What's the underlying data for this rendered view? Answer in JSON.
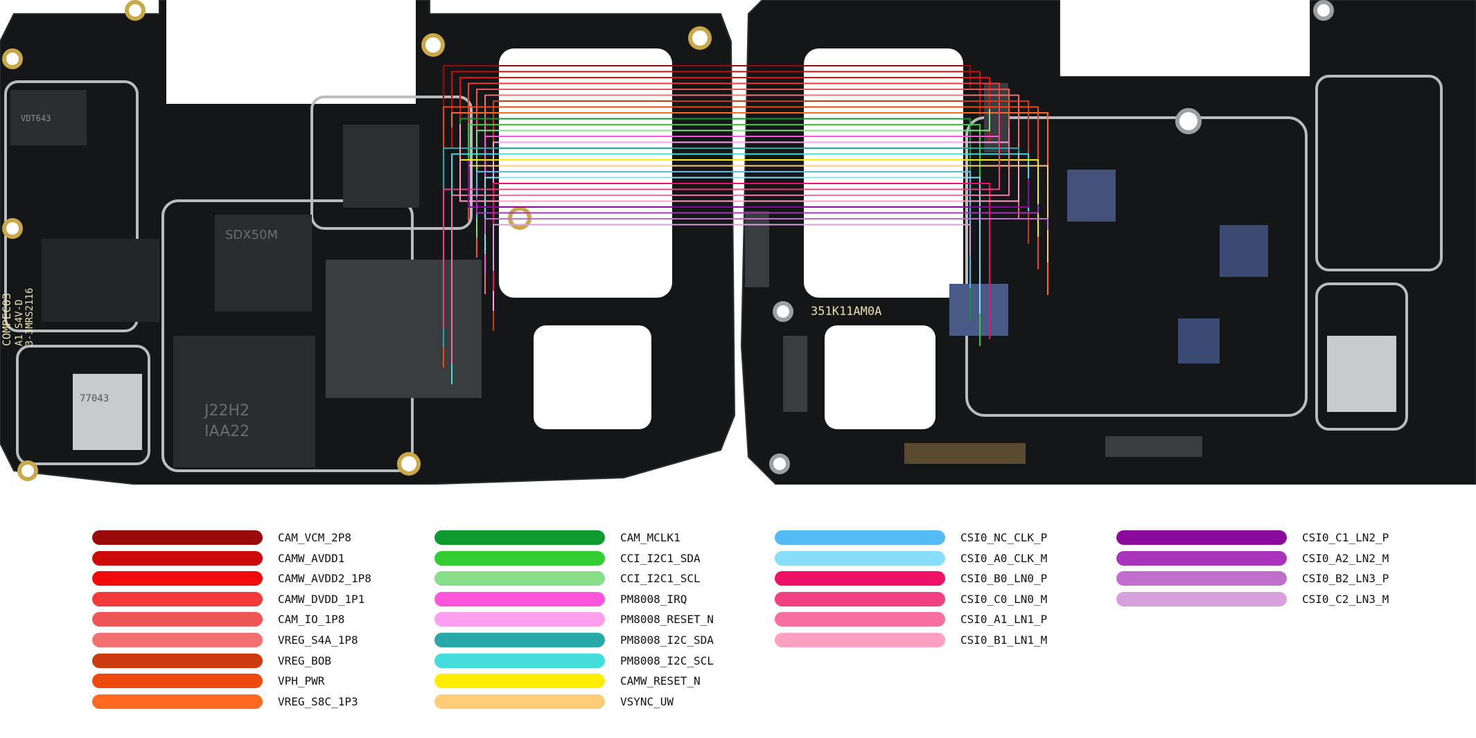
{
  "board": {
    "left_silkscreen": [
      "COMPEC03",
      "A1 S4V-D",
      "3-3MRS2116"
    ],
    "marking_right": "351K11AM0A",
    "chip_left_top": "VDT643",
    "chip_sdx": "SDX50M",
    "chip_j": "J22H2",
    "chip_iaa": "IAA22",
    "chip_77043": "77043"
  },
  "legend": [
    {
      "label": "CAM_VCM_2P8",
      "color": "#9a0a0a"
    },
    {
      "label": "CAMW_AVDD1",
      "color": "#cc0a0a"
    },
    {
      "label": "CAMW_AVDD2_1P8",
      "color": "#f00a0a"
    },
    {
      "label": "CAMW_DVDD_1P1",
      "color": "#f23a3a"
    },
    {
      "label": "CAM_IO_1P8",
      "color": "#ee5555"
    },
    {
      "label": "VREG_S4A_1P8",
      "color": "#f47070"
    },
    {
      "label": "VREG_BOB",
      "color": "#cc3a10"
    },
    {
      "label": "VPH_PWR",
      "color": "#ee4a10"
    },
    {
      "label": "VREG_S8C_1P3",
      "color": "#ff6a20"
    },
    {
      "label": "CAM_MCLK1",
      "color": "#0f9a30"
    },
    {
      "label": "CCI_I2C1_SDA",
      "color": "#33cc33"
    },
    {
      "label": "CCI_I2C1_SCL",
      "color": "#88dd88"
    },
    {
      "label": "PM8008_IRQ",
      "color": "#ff55dd"
    },
    {
      "label": "PM8008_RESET_N",
      "color": "#ffa0ee"
    },
    {
      "label": "PM8008_I2C_SDA",
      "color": "#28a8a8"
    },
    {
      "label": "PM8008_I2C_SCL",
      "color": "#44dddd"
    },
    {
      "label": "CAMW_RESET_N",
      "color": "#ffee00"
    },
    {
      "label": "VSYNC_UW",
      "color": "#ffcc77"
    },
    {
      "label": "CSI0_NC_CLK_P",
      "color": "#55bbf5"
    },
    {
      "label": "CSI0_A0_CLK_M",
      "color": "#88ddf8"
    },
    {
      "label": "CSI0_B0_LN0_P",
      "color": "#ee1166"
    },
    {
      "label": "CSI0_C0_LN0_M",
      "color": "#f04080"
    },
    {
      "label": "CSI0_A1_LN1_P",
      "color": "#f870a0"
    },
    {
      "label": "CSI0_B1_LN1_M",
      "color": "#ffa0c0"
    },
    {
      "label": "CSI0_C1_LN2_P",
      "color": "#8a0a99"
    },
    {
      "label": "CSI0_A2_LN2_M",
      "color": "#aa33bb"
    },
    {
      "label": "CSI0_B2_LN3_P",
      "color": "#c070cc"
    },
    {
      "label": "CSI0_C2_LN3_M",
      "color": "#d8a0dd"
    }
  ]
}
